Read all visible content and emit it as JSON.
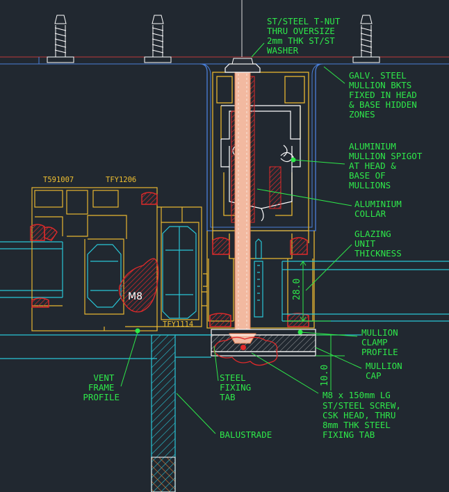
{
  "drawing": {
    "notes": {
      "t_nut": [
        "ST/STEEL T-NUT",
        "THRU OVERSIZE",
        "2mm THK ST/ST",
        "WASHER"
      ],
      "mullion_bkts": [
        "GALV. STEEL",
        "MULLION BKTS",
        "FIXED IN HEAD",
        "& BASE HIDDEN",
        "ZONES"
      ],
      "spigot": [
        "ALUMINIUM",
        "MULLION SPIGOT",
        "AT HEAD &",
        "BASE OF",
        "MULLIONS"
      ],
      "collar": [
        "ALUMINIUM",
        "COLLAR"
      ],
      "glazing": [
        "GLAZING",
        "UNIT",
        "THICKNESS"
      ],
      "clamp": [
        "MULLION",
        "CLAMP",
        "PROFILE"
      ],
      "cap": [
        "MULLION",
        "CAP"
      ],
      "screw": [
        "M8 x 150mm LG",
        "ST/STEEL SCREW,",
        "CSK HEAD, THRU",
        "8mm THK STEEL",
        "FIXING TAB"
      ],
      "vent": [
        "VENT",
        "FRAME",
        "PROFILE"
      ],
      "tab": [
        "STEEL",
        "FIXING",
        "TAB"
      ],
      "balustrade": [
        "BALUSTRADE"
      ]
    },
    "profile_codes": {
      "left": "T591007",
      "middle": "TFY1206",
      "lower": "TFY1114"
    },
    "bolt_label": "M8",
    "dimensions": {
      "glazing": "28.0",
      "cap": "10.0"
    },
    "colors": {
      "background": "#212830",
      "profile": "#e8b630",
      "glazing": "#29c6d6",
      "gasket": "#e02a2a",
      "leader": "#2ee84a",
      "bracket": "#4a7fd9",
      "bolt": "#f2b9a0",
      "outline": "#ffffff"
    }
  }
}
